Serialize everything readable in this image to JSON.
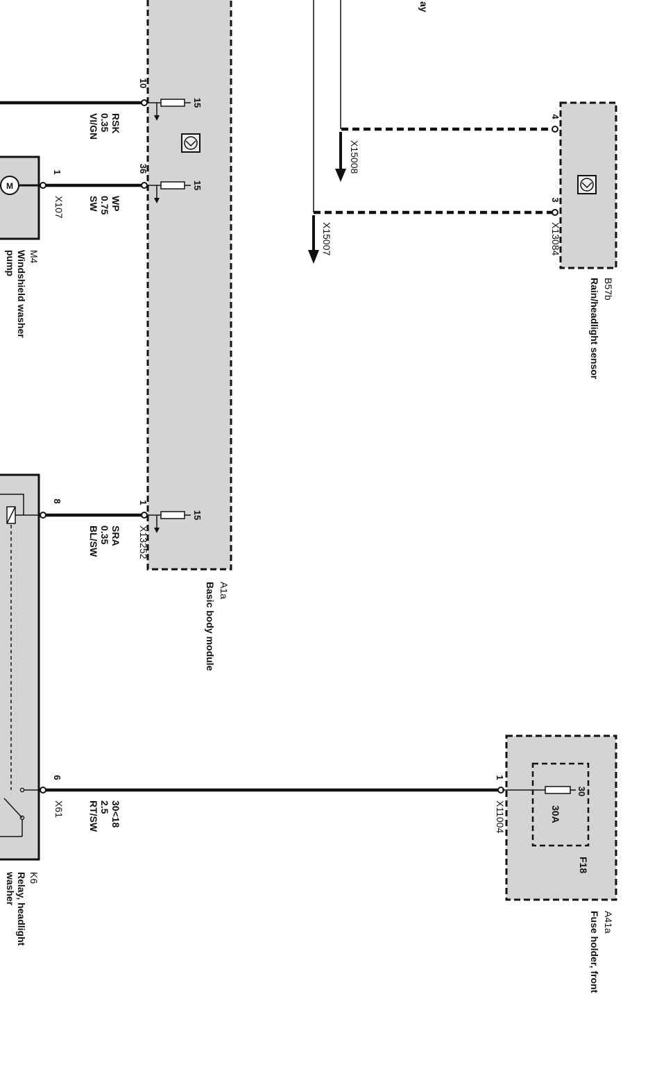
{
  "components": {
    "a1a": {
      "code": "A1a",
      "name": "Basic body module"
    },
    "a41a": {
      "code": "A41a",
      "name": "Fuse holder, front"
    },
    "b57b": {
      "code": "B57b",
      "name": "Rain/headlight sensor"
    },
    "m4": {
      "code": "M4",
      "name": "Windshield washer",
      "name_cut": "pump"
    },
    "k6": {
      "code": "K6",
      "name": "Relay, headlight",
      "name_cut": "washer"
    },
    "f18": {
      "code": "F18",
      "rating": "30A",
      "terminal": "30"
    },
    "top_cut_label": "ay"
  },
  "connectors": {
    "x13252": "X13252",
    "x107": "X107",
    "x61": "X61",
    "x11004": "X11004",
    "x13084": "X13084",
    "x15008": "X15008",
    "x15007": "X15007"
  },
  "pins": {
    "a1a_10": "10",
    "a1a_36": "36",
    "a1a_1": "1",
    "m4_1": "1",
    "k6_8": "8",
    "k6_6": "6",
    "a41a_1": "1",
    "b57b_4": "4",
    "b57b_3": "3",
    "fuse_15": "15",
    "fuse_15b": "15",
    "fuse_15c": "15"
  },
  "wires": {
    "rsk": {
      "name": "RSK",
      "gauge": "0.35",
      "color": "VI/GN"
    },
    "wp": {
      "name": "WP",
      "gauge": "0.75",
      "color": "SW"
    },
    "sra": {
      "name": "SRA",
      "gauge": "0.35",
      "color": "BL/SW"
    },
    "power": {
      "name": "30<18",
      "gauge": "2.5",
      "color": "RT/SW"
    }
  },
  "colors": {
    "module_fill": "#d4d4d4",
    "line": "#111111"
  }
}
